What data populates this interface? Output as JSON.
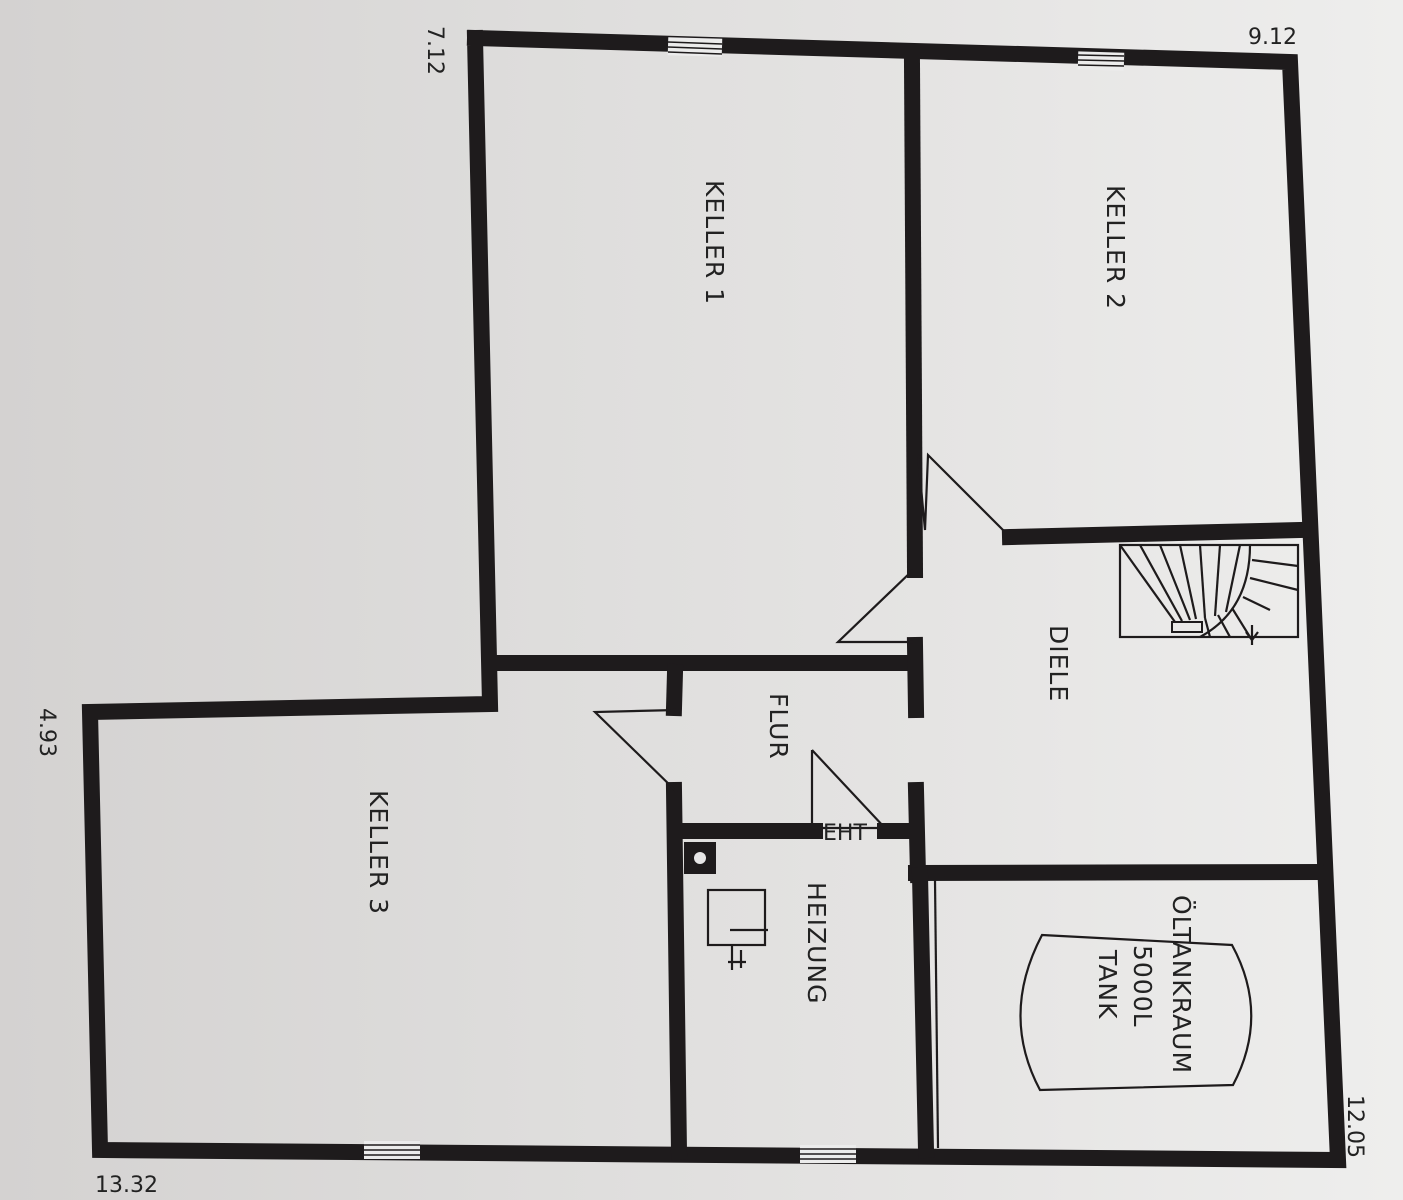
{
  "rooms": {
    "keller1": "KELLER 1",
    "keller2": "KELLER 2",
    "keller3": "KELLER 3",
    "diele": "DIELE",
    "flur": "FLUR",
    "heizung": "HEIZUNG",
    "oeltank_line1": "ÖLTANKRAUM",
    "oeltank_line2": "5000L",
    "oeltank_line3": "TANK",
    "eht": "EHT"
  },
  "dimensions": {
    "top_left": "7.12",
    "top_right": "9.12",
    "left": "4.93",
    "bottom_left": "13.32",
    "bottom_right": "12.05"
  },
  "colors": {
    "wall": "#1e1b1c",
    "paper": "#e4e3e2"
  }
}
